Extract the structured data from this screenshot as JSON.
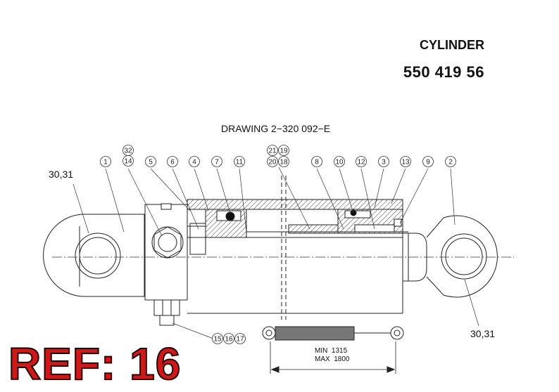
{
  "header": {
    "title": "CYLINDER",
    "part_number": "550 419 56",
    "drawing_label": "DRAWING 2−320 092−E"
  },
  "callouts": {
    "left_eye": "30,31",
    "right_eye": "30,31",
    "bubbles": [
      "1",
      "14",
      "32",
      "5",
      "6",
      "4",
      "7",
      "11",
      "20",
      "21",
      "18",
      "19",
      "8",
      "10",
      "12",
      "3",
      "13",
      "9",
      "2",
      "15",
      "16",
      "17"
    ]
  },
  "stroke": {
    "min_label": "MIN",
    "min_value": "1315",
    "max_label": "MAX",
    "max_value": "1800"
  },
  "ref_badge": "REF: 16",
  "colors": {
    "line": "#222222",
    "hatch": "#444444",
    "ref_red": "#cc1a1a"
  }
}
